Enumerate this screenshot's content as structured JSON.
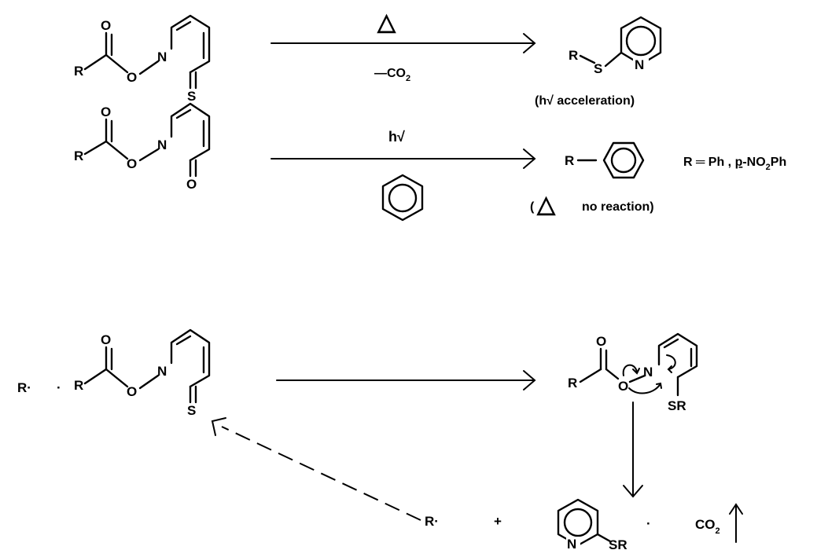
{
  "atoms": {
    "R": "R",
    "O": "O",
    "N": "N",
    "S": "S",
    "SR": "SR",
    "R_radical": "R·",
    "plus": "+",
    "dot": "·"
  },
  "reaction1": {
    "condition_above": "△",
    "condition_below_prefix": "—CO",
    "condition_below_sub": "2",
    "note": "(h√  acceleration)"
  },
  "reaction2": {
    "condition_above": "h√",
    "note_open": "(",
    "note_triangle": "△",
    "note_text": "no   reaction)",
    "r_definition_prefix": "R ═ Ph , ",
    "r_definition_p": "p",
    "r_definition_mid": "-NO",
    "r_definition_sub": "2",
    "r_definition_suffix": "Ph"
  },
  "chain": {
    "co2_prefix": "CO",
    "co2_sub": "2"
  }
}
